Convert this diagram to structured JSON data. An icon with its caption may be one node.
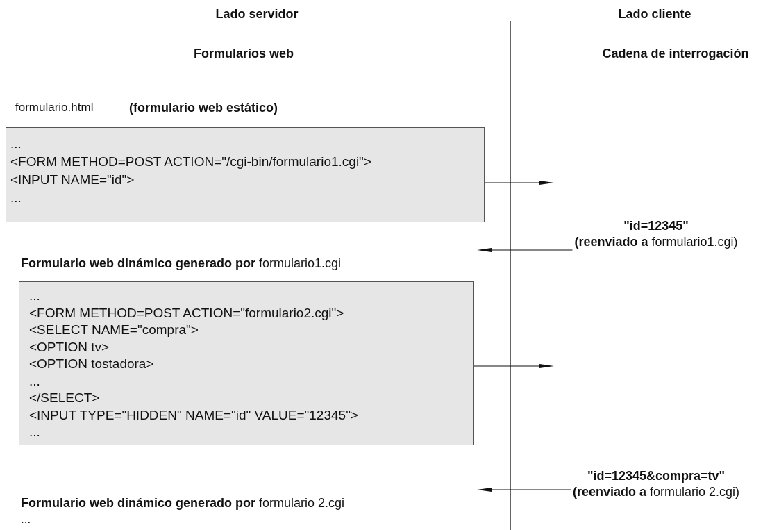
{
  "diagram": {
    "nodes": [
      {
        "text": [
          "...",
          "<FORM METHOD=POST ACTION=\"/cgi-bin/formulario1.cgi\">",
          "<INPUT NAME=\"id\">",
          "..."
        ]
      },
      {
        "text": [
          "**Formulario web dinámico generado por** formulario1.cgi"
        ]
      },
      {
        "text": [
          "...",
          "<FORM METHOD=POST ACTION=\"formulario2.cgi\">",
          "<SELECT NAME=\"compra\">",
          "<OPTION tv>",
          "<OPTION tostadora>",
          "...",
          "</SELECT>",
          "<INPUT TYPE=\"HIDDEN\" NAME=\"id\" VALUE=\"12345\">",
          "..."
        ]
      },
      {
        "text": [
          "**Formulario web dinámico generado por** formulario 2.cgi"
        ]
      },
      {
        "text": [
          "\"id=12345\"",
          "**(reenviado a** formulario1.cgi)"
        ]
      },
      {
        "text": [
          "\"id=12345&compra=tv\"",
          "**(reenviado a** formulario 2.cgi)"
        ]
      }
    ],
    "edges": [
      {
        "from": 0,
        "to": null,
        "arrow": "to"
      },
      {
        "from": 4,
        "to": null,
        "arrow": "to"
      },
      {
        "from": 2,
        "to": null,
        "arrow": "to"
      },
      {
        "from": 5,
        "to": null,
        "arrow": "to"
      }
    ],
    "labels": [
      "Lado servidor",
      "Lado cliente",
      "Formularios web",
      "Cadena de interrogación",
      "formulario.html",
      "(formulario web estático)",
      "..."
    ]
  }
}
